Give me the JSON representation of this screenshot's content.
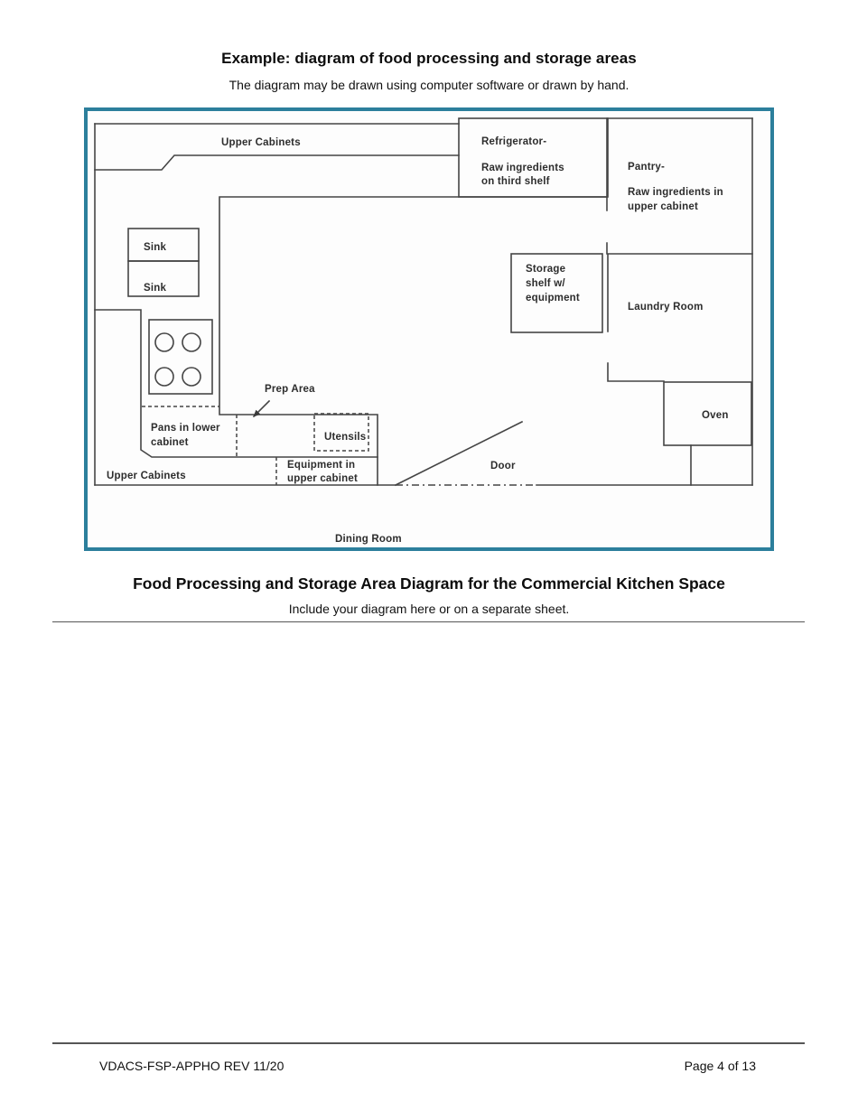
{
  "page": {
    "title": "Example: diagram of food processing and storage areas",
    "subtitle": "The diagram may be drawn using computer software or drawn by hand.",
    "section_heading": "Food Processing and Storage Area Diagram for the Commercial Kitchen Space",
    "section_subheading": "Include your diagram here or on a separate sheet.",
    "footer": {
      "form_number": "VDACS-FSP-APPHO REV 11/20",
      "page_number": "Page 4 of 13"
    }
  },
  "diagram": {
    "border_color": "#2c7f9c",
    "line_color": "#454545",
    "labels": {
      "upper_cabinets_top": "Upper Cabinets",
      "refrigerator_line1": "Refrigerator-",
      "refrigerator_line2": "Raw ingredients",
      "refrigerator_line3": "on third shelf",
      "pantry_line1": "Pantry-",
      "pantry_line2": "Raw ingredients in",
      "pantry_line3": "upper cabinet",
      "sink_top": "Sink",
      "sink_bottom": "Sink",
      "storage_line1": "Storage",
      "storage_line2": "shelf w/",
      "storage_line3": "equipment",
      "laundry_room": "Laundry Room",
      "prep_area": "Prep Area",
      "pans_line1": "Pans in lower",
      "pans_line2": "cabinet",
      "utensils": "Utensils",
      "equipment_line1": "Equipment in",
      "equipment_line2": "upper cabinet",
      "upper_cabinets_bottom": "Upper Cabinets",
      "oven": "Oven",
      "door": "Door",
      "dining_room": "Dining Room"
    }
  }
}
